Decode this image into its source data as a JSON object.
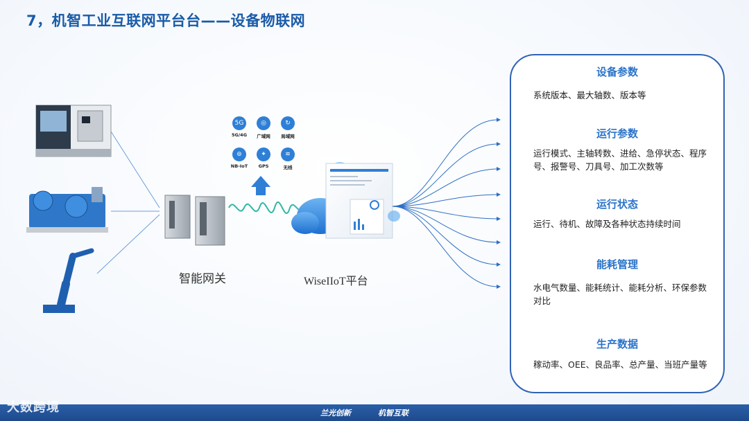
{
  "title": "7，机智工业互联网平台台——设备物联网",
  "gateway_label": "智能网关",
  "platform_label": "WiseIIoT平台",
  "network_icons": [
    {
      "name": "5G/4G",
      "icon": "5g-icon"
    },
    {
      "name": "广域网",
      "icon": "globe-icon"
    },
    {
      "name": "局域网",
      "icon": "lan-icon"
    },
    {
      "name": "NB-IoT",
      "icon": "nbiot-icon"
    },
    {
      "name": "GPS",
      "icon": "satellite-icon"
    },
    {
      "name": "无线",
      "icon": "wifi-icon"
    }
  ],
  "sections": [
    {
      "title": "设备参数",
      "body": "系统版本、最大轴数、版本等"
    },
    {
      "title": "运行参数",
      "body": "运行模式、主轴转数、进给、急停状态、程序号、报警号、刀具号、加工次数等"
    },
    {
      "title": "运行状态",
      "body": "运行、待机、故障及各种状态持续时间"
    },
    {
      "title": "能耗管理",
      "body": "水电气数量、能耗统计、能耗分析、环保参数对比"
    },
    {
      "title": "生产数据",
      "body": "稼动率、OEE、良品率、总产量、当班产量等"
    }
  ],
  "watermark": "大数跨境",
  "footer": {
    "logo_left": "兰光创新",
    "logo_right": "机智互联"
  },
  "colors": {
    "title": "#1a5ba8",
    "accent": "#2a73c9",
    "card_border": "#2f62b5"
  }
}
